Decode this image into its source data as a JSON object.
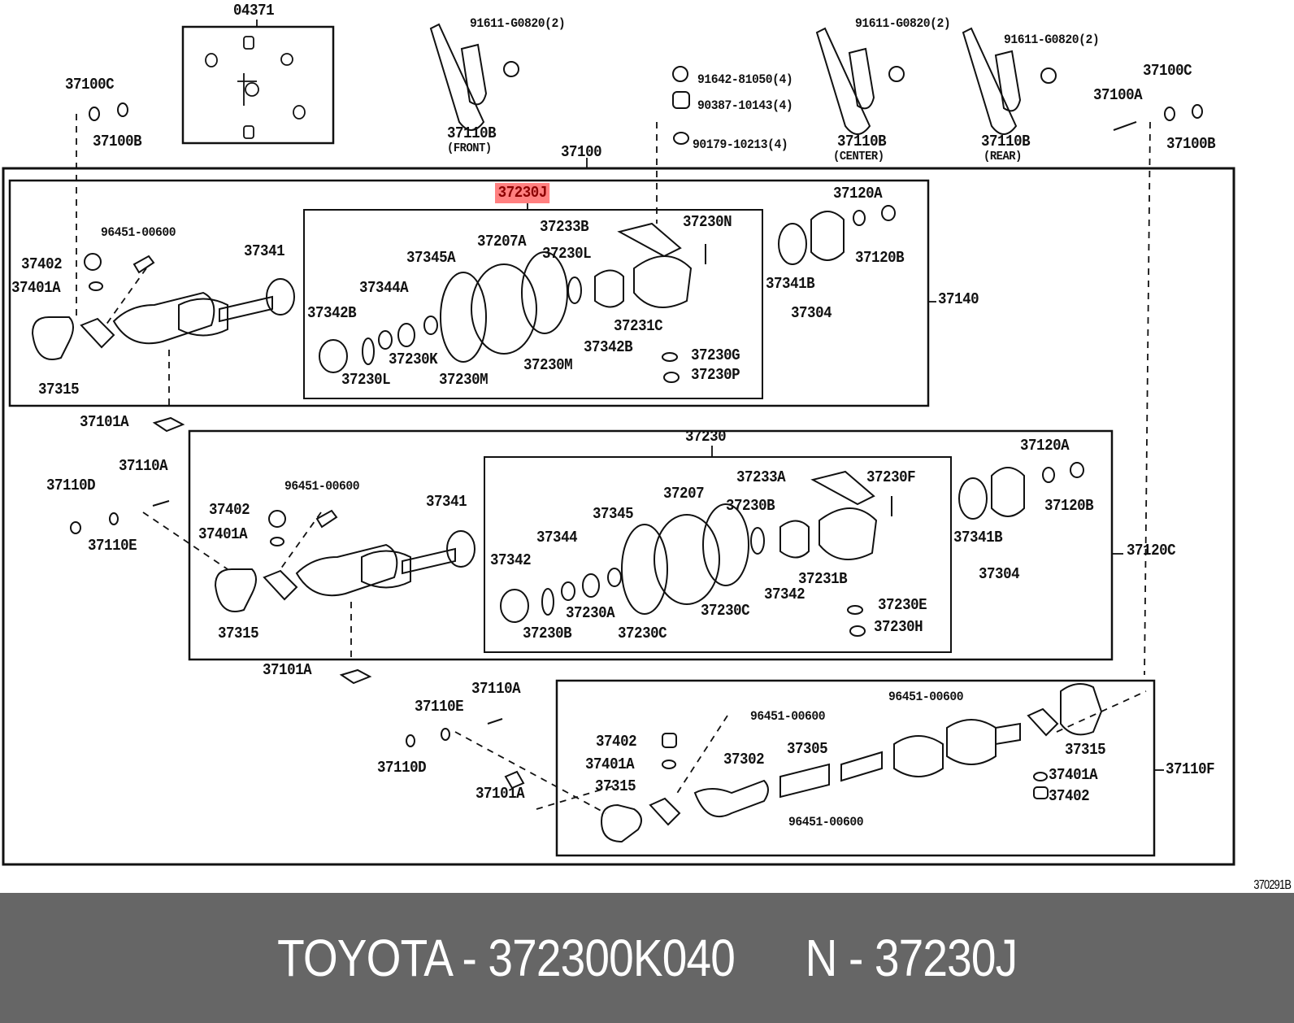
{
  "footer": {
    "brand": "TOYOTA",
    "separator": " - ",
    "part_number": "372300K040",
    "gap": "      ",
    "callout_prefix": "N",
    "callout": "37230J",
    "full_text": "TOYOTA - 372300K040      N - 37230J"
  },
  "diagram": {
    "reference_code": "370291B",
    "highlighted_part": "37230J",
    "highlight_color": "#ff8080",
    "footer_bg": "#666666",
    "top_row": {
      "universal_joint_kit": "04371",
      "left_bolt_set": [
        "37100C",
        "37100B"
      ],
      "right_bolt_set": [
        "37100A",
        "37100C",
        "37100B"
      ],
      "front_bracket": {
        "part": "37110B",
        "note": "(FRONT)",
        "bolt": "91611-G0820(2)"
      },
      "center_bracket": {
        "part": "37110B",
        "note": "(CENTER)",
        "bolt": "91611-G0820(2)"
      },
      "rear_bracket": {
        "part": "37110B",
        "note": "(REAR)",
        "bolt": "91611-G0820(2)"
      },
      "fasteners": [
        "91642-81050(4)",
        "90387-10143(4)",
        "90179-10213(4)"
      ],
      "assembly": "37100"
    },
    "section_37140": {
      "assembly": "37140",
      "inner_assembly": "37230J",
      "left_labels": [
        "96451-00600",
        "37402",
        "37401A",
        "37341",
        "37315",
        "37101A"
      ],
      "inner_labels": [
        "37233B",
        "37230N",
        "37207A",
        "37230L",
        "37345A",
        "37344A",
        "37342B",
        "37231C",
        "37342B",
        "37230K",
        "37230L",
        "37230M",
        "37230M",
        "37230G",
        "37230P"
      ],
      "right_labels": [
        "37120A",
        "37120B",
        "37341B",
        "37304"
      ]
    },
    "section_37120C": {
      "assembly": "37120C",
      "inner_assembly": "37230",
      "outside_labels": [
        "37110A",
        "37110D",
        "37110E",
        "37101A"
      ],
      "left_labels": [
        "96451-00600",
        "37402",
        "37401A",
        "37341",
        "37315"
      ],
      "inner_labels": [
        "37233A",
        "37230F",
        "37207",
        "37230B",
        "37345",
        "37344",
        "37342",
        "37231B",
        "37342",
        "37230A",
        "37230B",
        "37230C",
        "37230C",
        "37230E",
        "37230H"
      ],
      "right_labels": [
        "37120A",
        "37120B",
        "37341B",
        "37304"
      ]
    },
    "section_37110F": {
      "assembly": "37110F",
      "outside_labels": [
        "37110A",
        "37110E",
        "37110D",
        "37101A"
      ],
      "inner_labels": [
        "96451-00600",
        "96451-00600",
        "96451-00600",
        "37402",
        "37401A",
        "37302",
        "37305",
        "37315",
        "37315",
        "37401A",
        "37402"
      ]
    }
  },
  "labels": {
    "l04371": "04371",
    "l37100C_l": "37100C",
    "l37100B_l": "37100B",
    "l91611_f": "91611-G0820(2)",
    "l37110B_f": "37110B",
    "l_front": "(FRONT)",
    "l37100": "37100",
    "l91642": "91642-81050(4)",
    "l90387": "90387-10143(4)",
    "l90179": "90179-10213(4)",
    "l91611_c": "91611-G0820(2)",
    "l37110B_c": "37110B",
    "l_center": "(CENTER)",
    "l91611_r": "91611-G0820(2)",
    "l37110B_r": "37110B",
    "l_rear": "(REAR)",
    "l37100C_r": "37100C",
    "l37100A_r": "37100A",
    "l37100B_r": "37100B",
    "s1_37230J": "37230J",
    "s1_96451": "96451-00600",
    "s1_37402": "37402",
    "s1_37401A": "37401A",
    "s1_37341": "37341",
    "s1_37315": "37315",
    "s1_37101A": "37101A",
    "s1_37233B": "37233B",
    "s1_37230N": "37230N",
    "s1_37207A": "37207A",
    "s1_37230L_a": "37230L",
    "s1_37345A": "37345A",
    "s1_37344A": "37344A",
    "s1_37342B_a": "37342B",
    "s1_37231C": "37231C",
    "s1_37342B_b": "37342B",
    "s1_37230K": "37230K",
    "s1_37230L_b": "37230L",
    "s1_37230M_a": "37230M",
    "s1_37230M_b": "37230M",
    "s1_37230G": "37230G",
    "s1_37230P": "37230P",
    "s1_37120A": "37120A",
    "s1_37120B": "37120B",
    "s1_37341B": "37341B",
    "s1_37304": "37304",
    "s1_37140": "37140",
    "s2_37230": "37230",
    "s2_37110D": "37110D",
    "s2_37110A": "37110A",
    "s2_37110E": "37110E",
    "s2_96451": "96451-00600",
    "s2_37402": "37402",
    "s2_37401A": "37401A",
    "s2_37341": "37341",
    "s2_37315": "37315",
    "s2_37101A": "37101A",
    "s2_37233A": "37233A",
    "s2_37230F": "37230F",
    "s2_37207": "37207",
    "s2_37230B_a": "37230B",
    "s2_37345": "37345",
    "s2_37344": "37344",
    "s2_37342_a": "37342",
    "s2_37231B": "37231B",
    "s2_37342_b": "37342",
    "s2_37230A": "37230A",
    "s2_37230B_b": "37230B",
    "s2_37230C_a": "37230C",
    "s2_37230C_b": "37230C",
    "s2_37230E": "37230E",
    "s2_37230H": "37230H",
    "s2_37120A": "37120A",
    "s2_37120B": "37120B",
    "s2_37341B": "37341B",
    "s2_37304": "37304",
    "s2_37120C": "37120C",
    "s3_37110A": "37110A",
    "s3_37110E": "37110E",
    "s3_37110D": "37110D",
    "s3_37101A": "37101A",
    "s3_96451_a": "96451-00600",
    "s3_96451_b": "96451-00600",
    "s3_96451_c": "96451-00600",
    "s3_37402_a": "37402",
    "s3_37401A_a": "37401A",
    "s3_37315_a": "37315",
    "s3_37302": "37302",
    "s3_37305": "37305",
    "s3_37315_b": "37315",
    "s3_37401A_b": "37401A",
    "s3_37402_b": "37402",
    "s3_37110F": "37110F"
  }
}
